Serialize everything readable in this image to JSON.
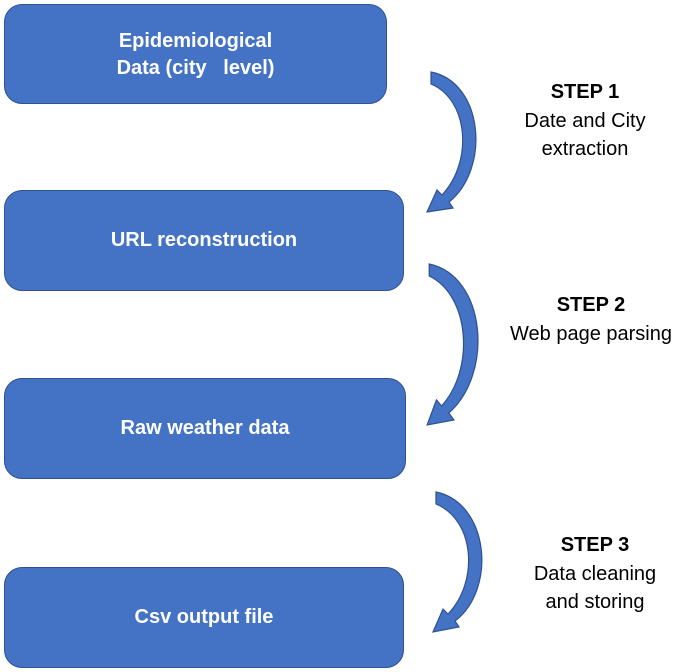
{
  "boxes": [
    {
      "label": "Epidemiological\nData (city   level)"
    },
    {
      "label": "URL reconstruction"
    },
    {
      "label": "Raw weather data"
    },
    {
      "label": "Csv output file"
    }
  ],
  "steps": [
    {
      "title": "STEP 1",
      "description": "Date and City\nextraction"
    },
    {
      "title": "STEP 2",
      "description": "Web page parsing"
    },
    {
      "title": "STEP 3",
      "description": "Data cleaning\nand storing"
    }
  ],
  "colors": {
    "box_fill": "#4472c4",
    "box_border": "#2f528f",
    "arrow_fill": "#4472c4"
  }
}
